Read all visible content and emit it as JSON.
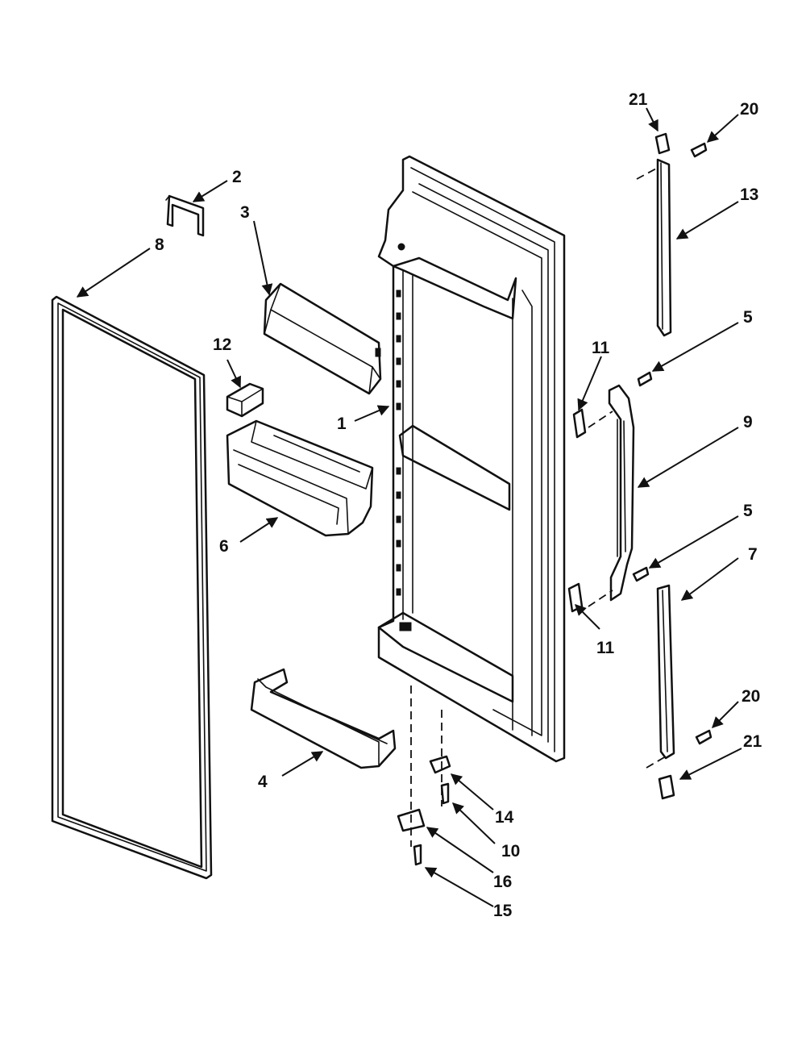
{
  "callouts": {
    "c1": "1",
    "c2": "2",
    "c3": "3",
    "c4": "4",
    "c5a": "5",
    "c5b": "5",
    "c6": "6",
    "c7": "7",
    "c8": "8",
    "c9": "9",
    "c10": "10",
    "c11a": "11",
    "c11b": "11",
    "c12": "12",
    "c13": "13",
    "c14": "14",
    "c15": "15",
    "c16": "16",
    "c20a": "20",
    "c20b": "20",
    "c21a": "21",
    "c21b": "21"
  }
}
